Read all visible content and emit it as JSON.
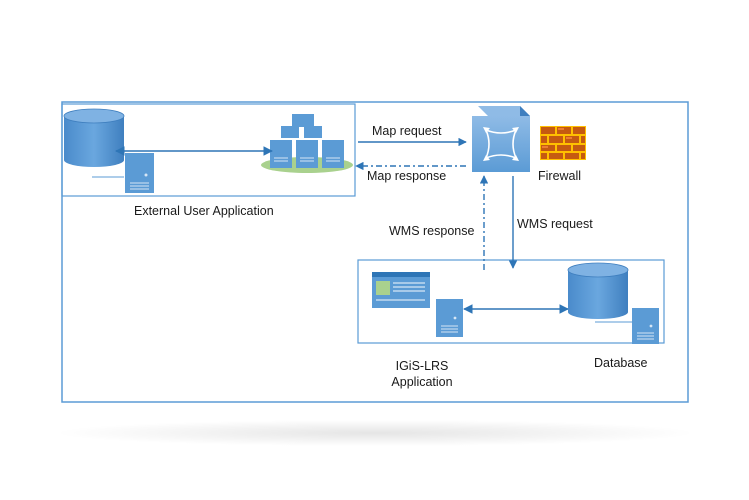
{
  "labels": {
    "external_user_application": "External User Application",
    "map_request": "Map request",
    "map_response": "Map response",
    "firewall": "Firewall",
    "wms_response": "WMS response",
    "wms_request": "WMS request",
    "igis_lrs_line1": "IGiS-LRS",
    "igis_lrs_line2": "Application",
    "database": "Database"
  },
  "colors": {
    "frame": "#5b9bd5",
    "shape_fill": "#5b9bd5",
    "shape_dark": "#2e75b6",
    "connector": "#2e75b6",
    "platform": "#a9d18e",
    "brick": "#c55a11",
    "brick_light": "#ed7d31",
    "mortar": "#ffc000"
  }
}
